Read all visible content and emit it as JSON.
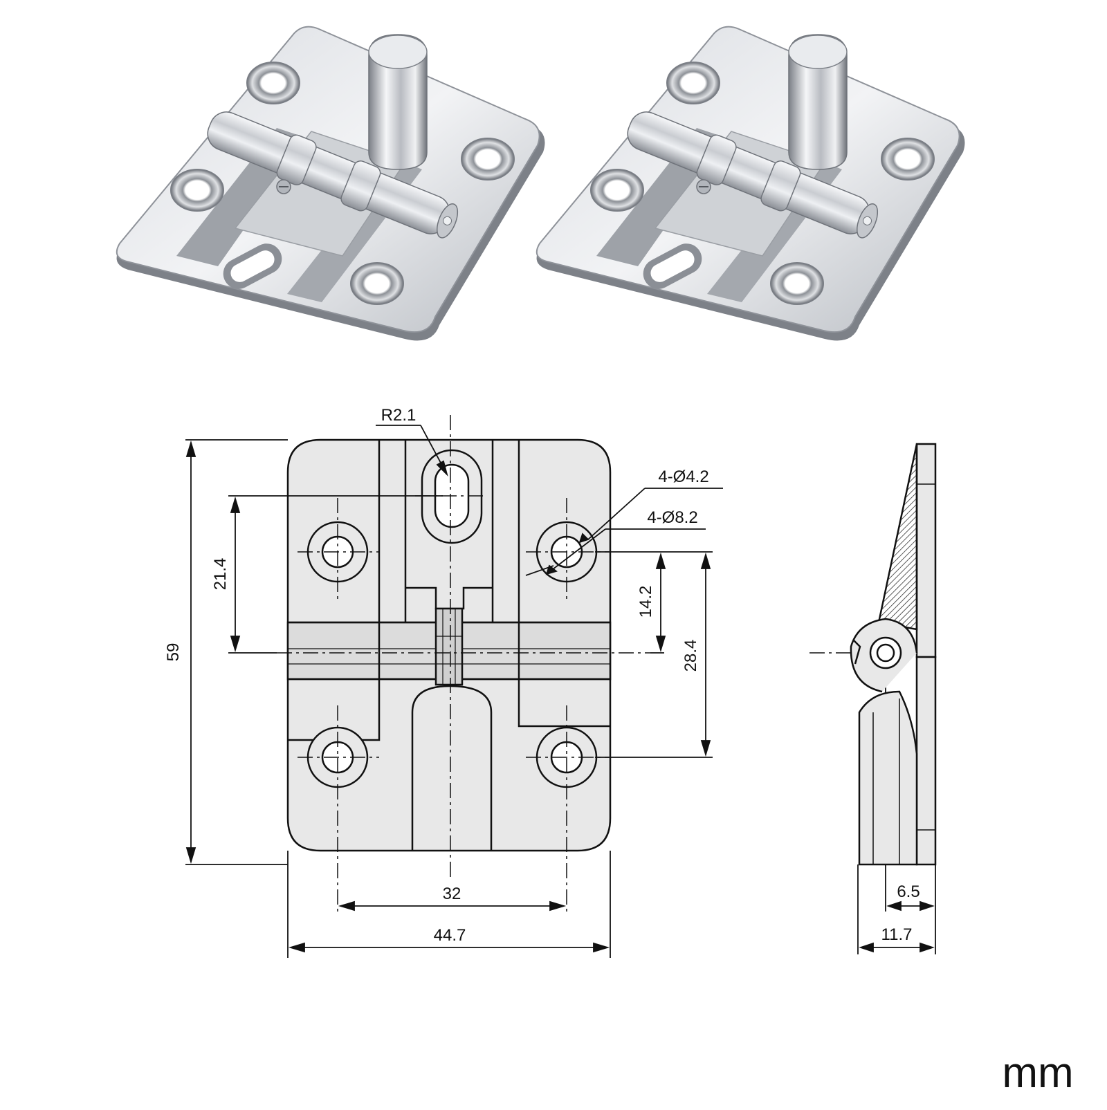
{
  "dimensions": {
    "slot_radius": "R2.1",
    "hole_small": "4-Ø4.2",
    "hole_large": "4-Ø8.2",
    "height_total": "59",
    "upper_hole_to_axis": "21.4",
    "hole_to_axis": "14.2",
    "hole_spacing_vertical": "28.4",
    "hole_spacing_horizontal": "32",
    "width_total": "44.7",
    "pivot_offset": "6.5",
    "thickness_total": "11.7"
  },
  "unit_label": "mm",
  "colors": {
    "line": "#111111",
    "plate_fill": "#e6e6e6",
    "plate_fill_light": "#ededed",
    "chrome_dark": "#6b6f76",
    "chrome_light": "#f4f5f7"
  }
}
